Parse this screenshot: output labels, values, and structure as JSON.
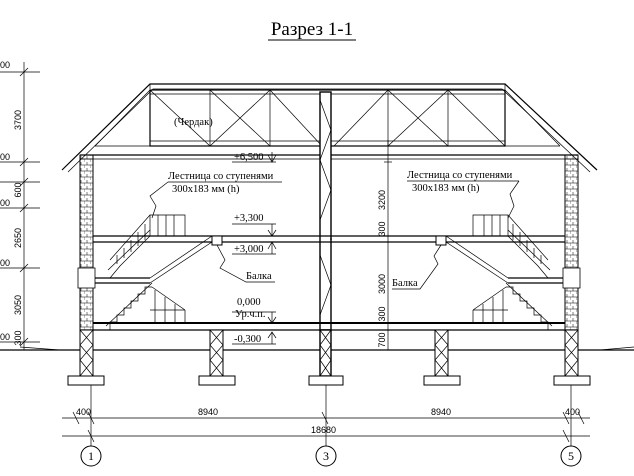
{
  "title": "Разрез 1-1",
  "attic_label": "(Чердак)",
  "stair_left": {
    "line1": "Лестница со ступенями",
    "line2": "300x183 мм (h)"
  },
  "stair_right": {
    "line1": "Лестница со ступенями",
    "line2": "300x183 мм (h)"
  },
  "beam_left": "Балка",
  "beam_right": "Балка",
  "levels": {
    "roof_eave": "+6,500",
    "floor2_top": "+3,300",
    "floor2": "+3,000",
    "ground": "0,000",
    "ground_sub": "Ур.ч.п.",
    "outside": "-0,300"
  },
  "left_dims": [
    "3700",
    "600",
    "2650",
    "3050",
    "300"
  ],
  "left_marks": [
    "00",
    "00",
    "00",
    "00",
    "00"
  ],
  "center_dims": [
    "3200",
    "300",
    "3000",
    "300",
    "700"
  ],
  "bottom_dims": {
    "wall_left": "400",
    "span_left": "8940",
    "span_right": "8940",
    "wall_right": "400",
    "total": "18680"
  },
  "axes": [
    "1",
    "3",
    "5"
  ]
}
